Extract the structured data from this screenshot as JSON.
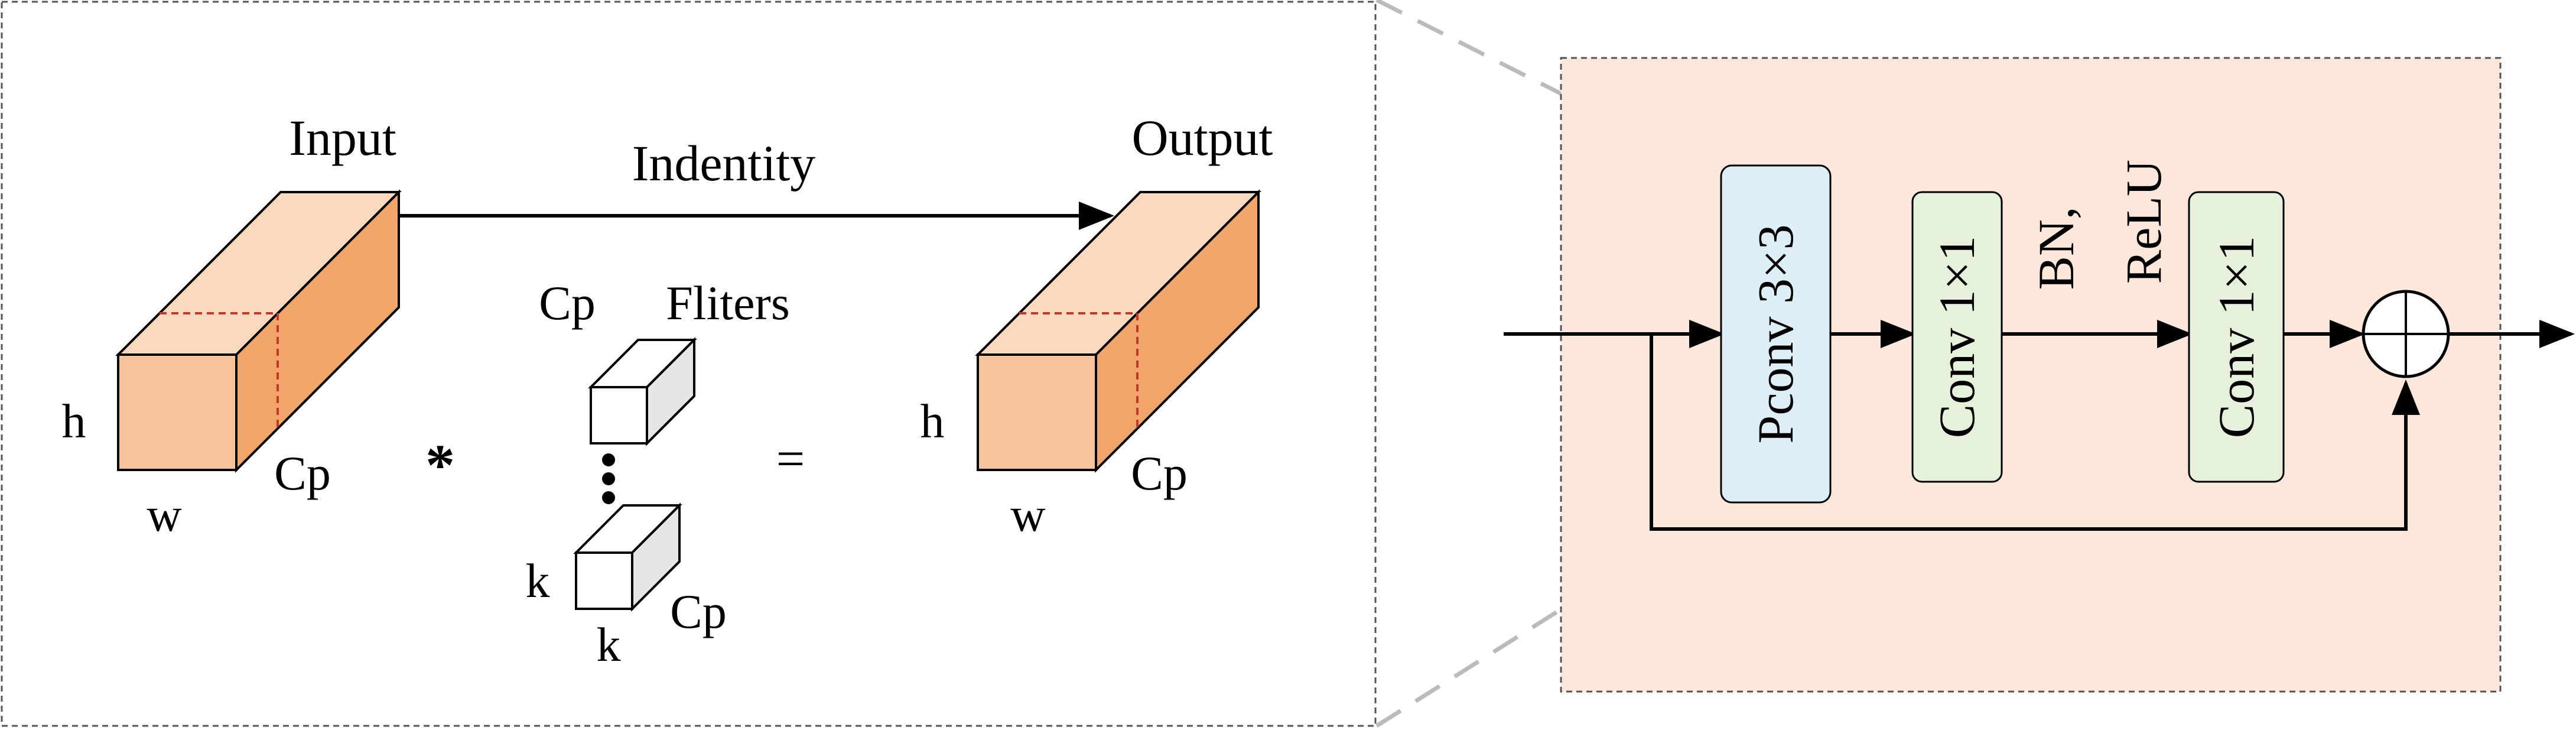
{
  "left_panel": {
    "input_label": "Input",
    "output_label": "Output",
    "identity_label": "Indentity",
    "filters_label": "Fliters",
    "input_block": {
      "h": "h",
      "w": "w",
      "cp": "Cp"
    },
    "output_block": {
      "h": "h",
      "w": "w",
      "cp": "Cp"
    },
    "filter_top_cp": "Cp",
    "filter_bottom": {
      "k_side": "k",
      "k_bottom": "k",
      "cp": "Cp"
    },
    "conv_operator": "*",
    "equals_sign": "="
  },
  "right_panel": {
    "pconv_label": "Pconv 3×3",
    "conv1_label": "Conv 1×1",
    "conv2_label": "Conv 1×1",
    "bn_label": "BN,",
    "relu_label": "ReLU"
  },
  "colors": {
    "cuboid_front": "#F8C49C",
    "cuboid_top": "#FAD9BE",
    "cuboid_side": "#F2A56A",
    "partial_line": "#C0392B",
    "right_panel_bg": "#FCE7DA",
    "pconv_fill": "#DDEEF6",
    "conv_fill": "#E6F1DC",
    "dashed_border": "#555555",
    "zoom_line": "#BBBBBB"
  }
}
